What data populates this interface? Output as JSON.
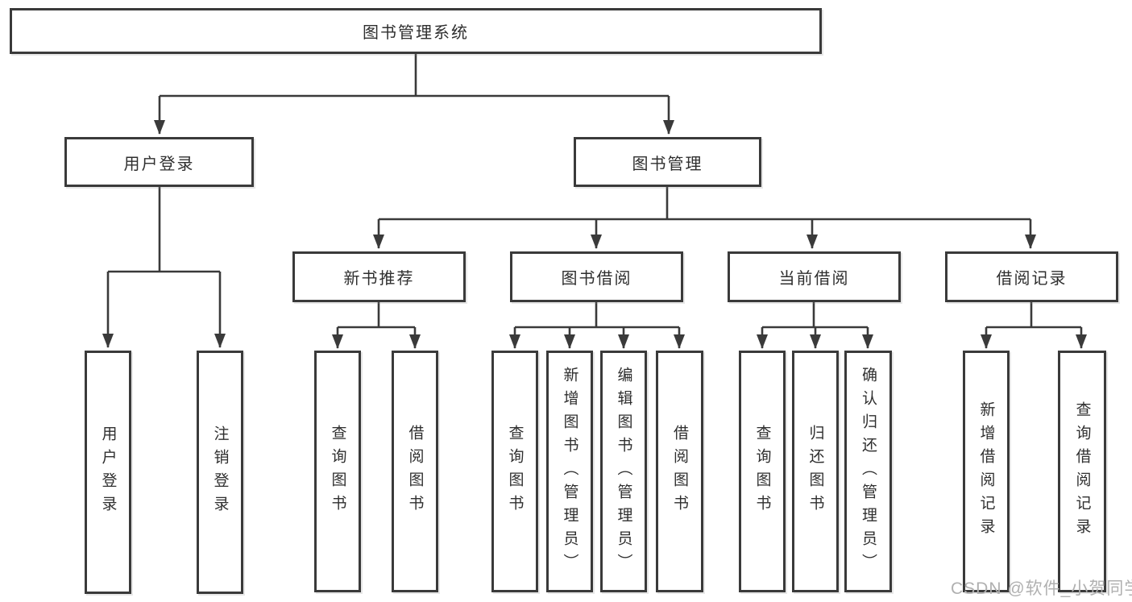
{
  "tree": {
    "root": "图书管理系统",
    "children": [
      {
        "label": "用户登录",
        "children": [
          "用户登录",
          "注销登录"
        ]
      },
      {
        "label": "图书管理",
        "children": [
          {
            "label": "新书推荐",
            "children": [
              "查询图书",
              "借阅图书"
            ]
          },
          {
            "label": "图书借阅",
            "children": [
              "查询图书",
              "新增图书（管理员）",
              "编辑图书（管理员）",
              "借阅图书"
            ]
          },
          {
            "label": "当前借阅",
            "children": [
              "查询图书",
              "归还图书",
              "确认归还（管理员）"
            ]
          },
          {
            "label": "借阅记录",
            "children": [
              "新增借阅记录",
              "查询借阅记录"
            ]
          }
        ]
      }
    ]
  },
  "watermark": {
    "text": "CSDN @软件_小贺同学"
  },
  "colors": {
    "line": "#3a3a3a",
    "text": "#2f2f2f",
    "background": "#ffffff",
    "watermark": "#b0b0b0"
  }
}
